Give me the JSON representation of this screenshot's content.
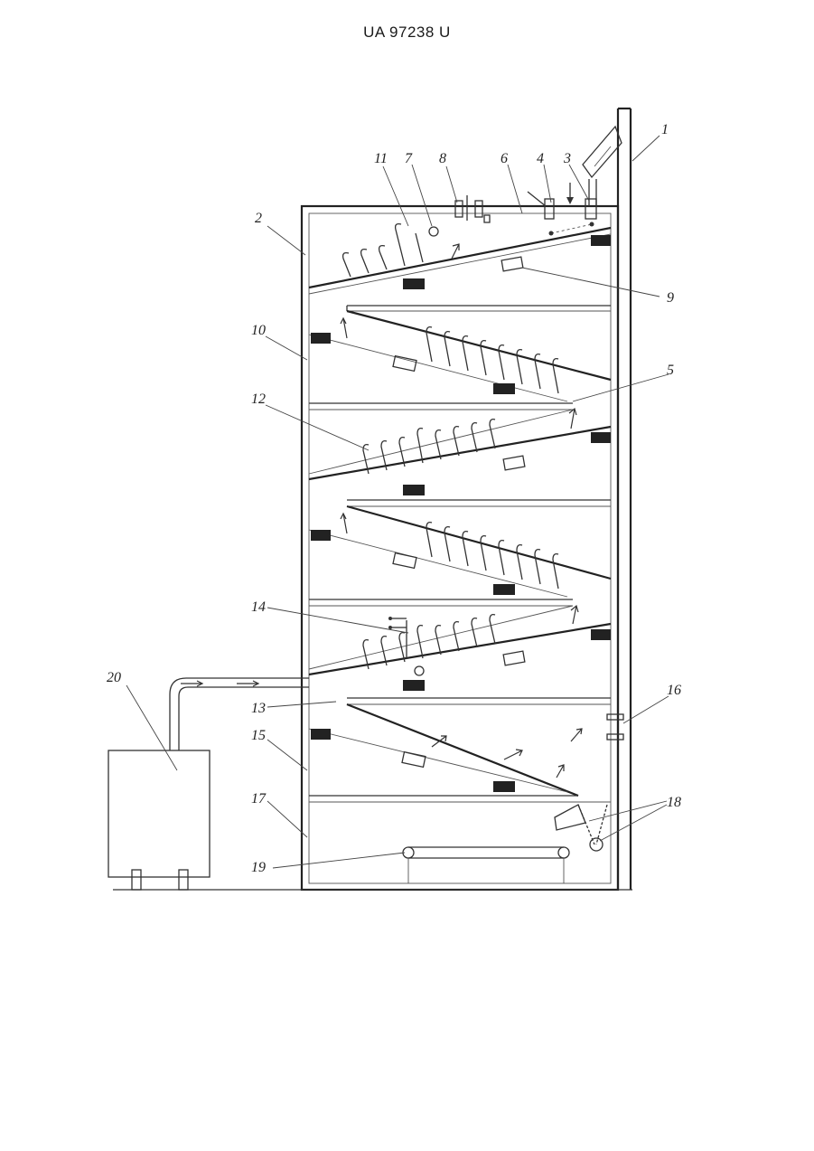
{
  "header": {
    "doc_number": "UA   97238   U"
  },
  "diagram": {
    "labels": {
      "l1": "1",
      "l2": "2",
      "l3": "3",
      "l4": "4",
      "l5": "5",
      "l6": "6",
      "l7": "7",
      "l8": "8",
      "l9": "9",
      "l10": "10",
      "l11": "11",
      "l12": "12",
      "l13": "13",
      "l14": "14",
      "l15": "15",
      "l16": "16",
      "l17": "17",
      "l18": "18",
      "l19": "19",
      "l20": "20"
    }
  }
}
